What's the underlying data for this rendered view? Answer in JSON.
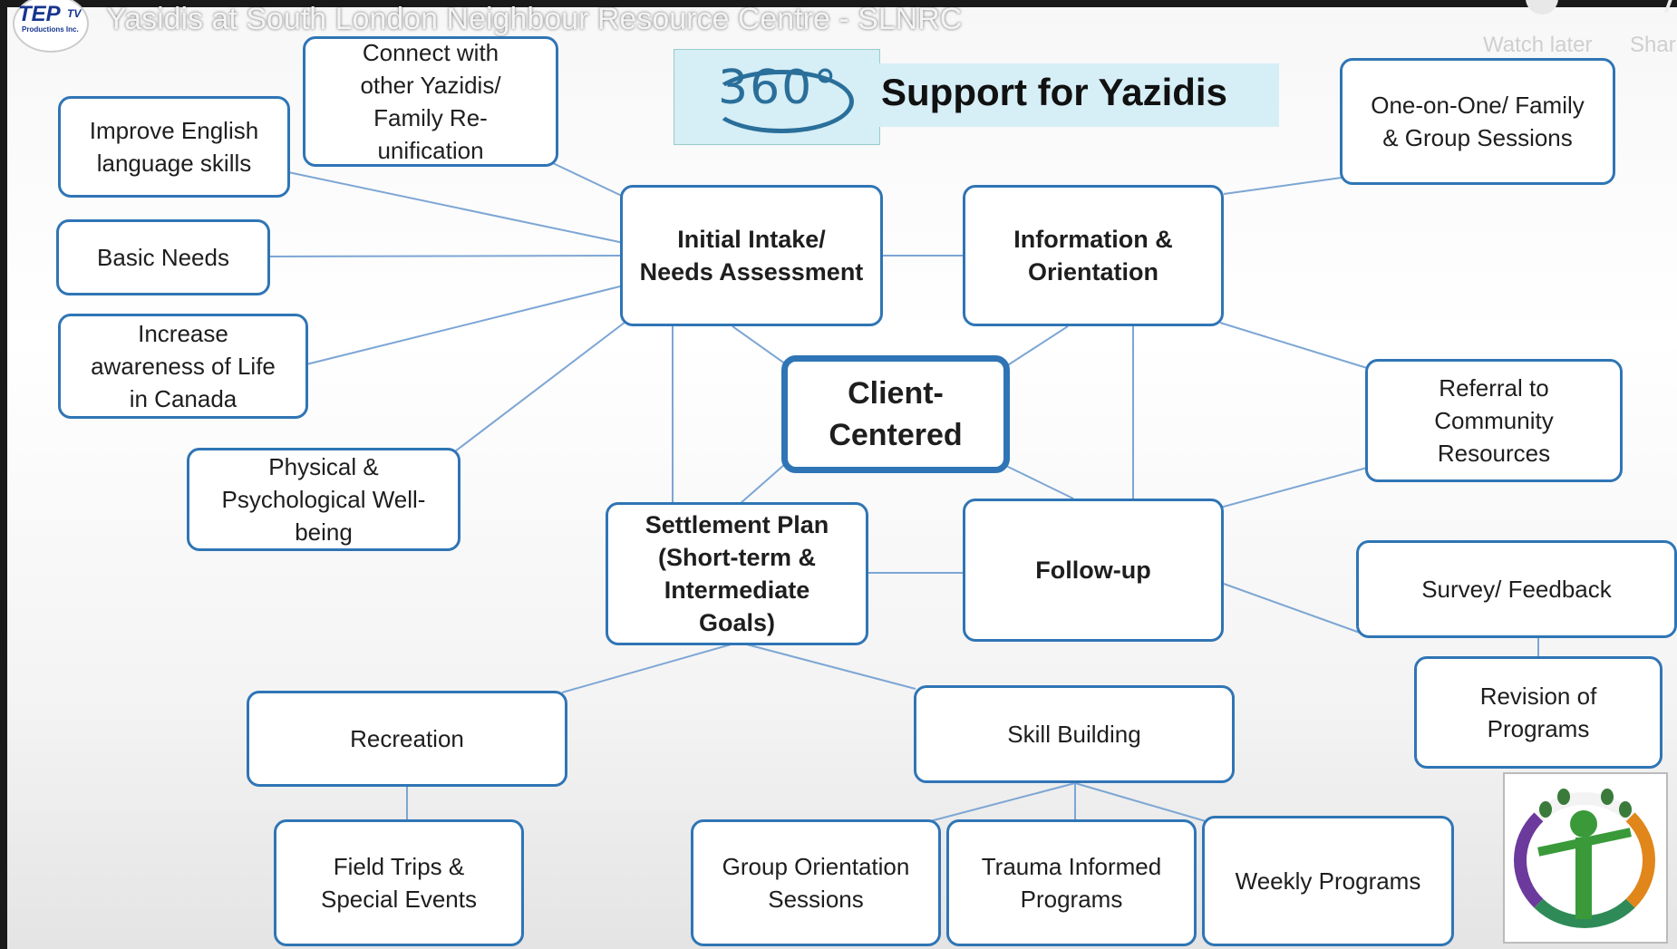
{
  "video": {
    "title": "Yasidis at South London Neighbour Resource Centre - SLNRC",
    "watch_later": "Watch later",
    "share": "Shar"
  },
  "channel_logo": {
    "name": "TEP",
    "suffix": "TV",
    "tagline": "Productions Inc."
  },
  "slide": {
    "badge": "360°",
    "title": "Support for Yazidis",
    "center": [
      "Client-",
      "Centered"
    ],
    "nodes": {
      "connect": [
        "Connect with",
        "other Yazidis/",
        "Family Re-",
        "unification"
      ],
      "english": [
        "Improve English",
        "language skills"
      ],
      "basic": [
        "Basic Needs"
      ],
      "awareness": [
        "Increase",
        "awareness of Life",
        "in Canada"
      ],
      "wellbeing": [
        "Physical &",
        "Psychological Well-",
        "being"
      ],
      "intake": [
        "Initial Intake/",
        "Needs Assessment"
      ],
      "info": [
        "Information &",
        "Orientation"
      ],
      "sessions": [
        "One-on-One/ Family",
        "& Group Sessions"
      ],
      "referral": [
        "Referral to",
        "Community",
        "Resources"
      ],
      "settlement": [
        "Settlement Plan",
        "(Short-term &",
        "Intermediate",
        "Goals)"
      ],
      "followup": [
        "Follow-up"
      ],
      "survey": [
        "Survey/ Feedback"
      ],
      "revision": [
        "Revision of",
        "Programs"
      ],
      "recreation": [
        "Recreation"
      ],
      "skill": [
        "Skill Building"
      ],
      "fieldtrips": [
        "Field Trips &",
        "Special Events"
      ],
      "grouporient": [
        "Group Orientation",
        "Sessions"
      ],
      "trauma": [
        "Trauma Informed",
        "Programs"
      ],
      "weekly": [
        "Weekly Programs"
      ]
    }
  },
  "colors": {
    "border": "#2f75b5",
    "line": "#7da6d4",
    "title_band": "#d6eef6"
  }
}
